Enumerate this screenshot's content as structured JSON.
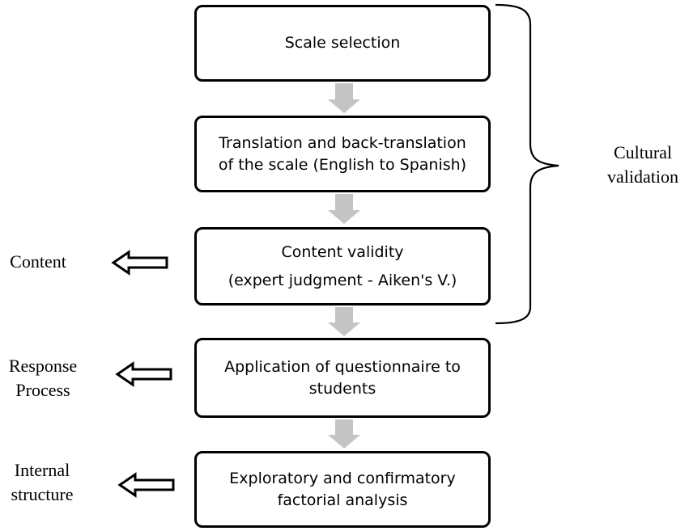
{
  "steps": [
    {
      "lines": [
        "Scale selection"
      ]
    },
    {
      "lines": [
        "Translation and back-translation",
        "of the scale (English to Spanish)"
      ]
    },
    {
      "lines": [
        "Content validity",
        "(expert judgment - Aiken's V.)"
      ]
    },
    {
      "lines": [
        "Application of questionnaire to",
        "students"
      ]
    },
    {
      "lines": [
        "Exploratory and confirmatory",
        "factorial analysis"
      ]
    }
  ],
  "bracket_label": {
    "lines": [
      "Cultural",
      "validation"
    ]
  },
  "evidence_labels": [
    {
      "lines": [
        "Content"
      ]
    },
    {
      "lines": [
        "Response",
        "Process"
      ]
    },
    {
      "lines": [
        "Internal",
        "structure"
      ]
    }
  ],
  "colors": {
    "box_border": "#000000",
    "flow_arrow": "#c4c4c4",
    "side_arrow": "#000000",
    "bracket": "#000000"
  }
}
